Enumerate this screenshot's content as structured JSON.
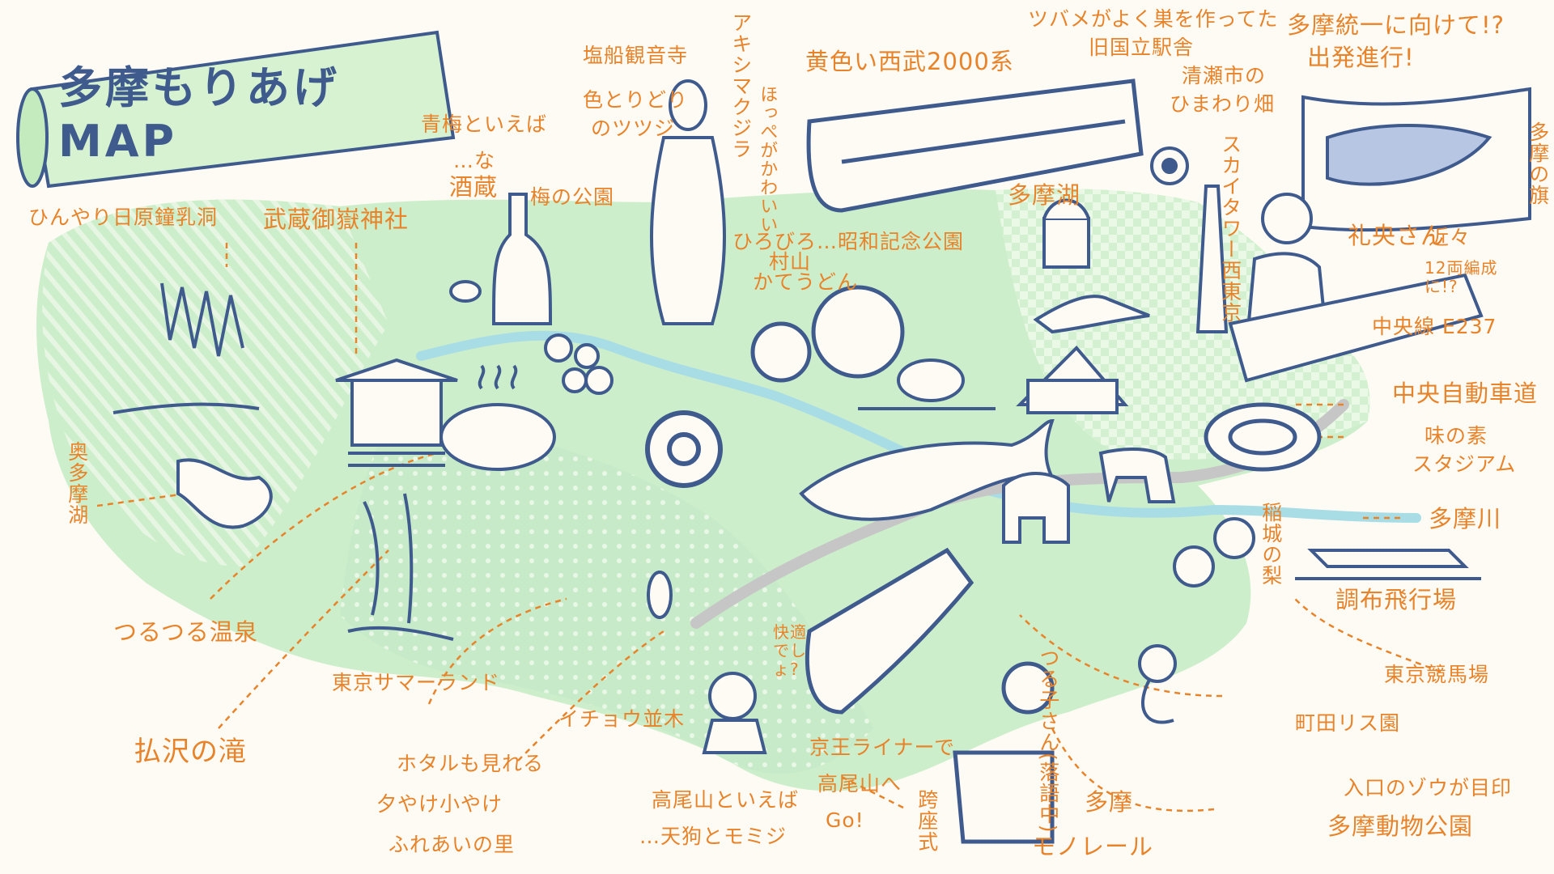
{
  "title": "多摩もりあげMAP",
  "colors": {
    "land": "#cdeecb",
    "ink": "#3f5a8c",
    "label": "#e8832a",
    "river": "#a9dde6",
    "road": "#c6c6c6",
    "paper": "#fdfbf4"
  },
  "labels": {
    "shoyu": "ひんやり日原鐘乳洞",
    "musashi": "武蔵御嶽神社",
    "okutama_lake": "奥多摩湖",
    "onsen": "つるつる温泉",
    "hossawa": "払沢の滝",
    "summerland": "東京サマーランド",
    "hotaru1": "ホタルも見れる",
    "hotaru2": "夕やけ小やけ",
    "hotaru3": "ふれあいの里",
    "ichou": "イチョウ並木",
    "takao1": "高尾山といえば",
    "takao2": "…天狗とモミジ",
    "keio1": "京王ライナーで",
    "keio2": "高尾山へ",
    "keio3": "Go!",
    "kaisoku": "快適でしょ?",
    "kozashiki": "跨座式",
    "tsuruko": "つる子さん(落語中)",
    "monorail1": "多摩",
    "monorail2": "モノレール",
    "ome1": "青梅といえば",
    "ome2": "…な",
    "ome3": "酒蔵",
    "ume": "梅の公園",
    "shiofune": "塩船観音寺",
    "tsutsuji1": "色とりどり",
    "tsutsuji2": "のツツジ",
    "akishima": "アキシマクジラ",
    "seibu": "黄色い西武2000系",
    "hoppe": "ほっぺがかわいい",
    "showa": "ひろびろ…昭和記念公園",
    "udon1": "村山",
    "udon2": "かてうどん",
    "tamako": "多摩湖",
    "tsubame1": "ツバメがよく巣を作ってた",
    "tsubame2": "旧国立駅舎",
    "himawari1": "清瀬市の",
    "himawari2": "ひまわり畑",
    "skytower": "スカイタワー西東京",
    "flag1": "多摩統一に向けて!?",
    "flag2": "出発進行!",
    "flag3": "多摩の旗",
    "reo": "礼央さん",
    "kinkin1": "近々",
    "kinkin2": "12両編成に!?",
    "chuo": "中央線 E237",
    "expressway": "中央自動車道",
    "ajinomoto1": "味の素",
    "ajinomoto2": "スタジアム",
    "tamagawa": "多摩川",
    "inagi": "稲城の梨",
    "chofu": "調布飛行場",
    "keiba": "東京競馬場",
    "risu": "町田リス園",
    "zoo1": "入口のゾウが目印",
    "zoo2": "多摩動物公園"
  }
}
